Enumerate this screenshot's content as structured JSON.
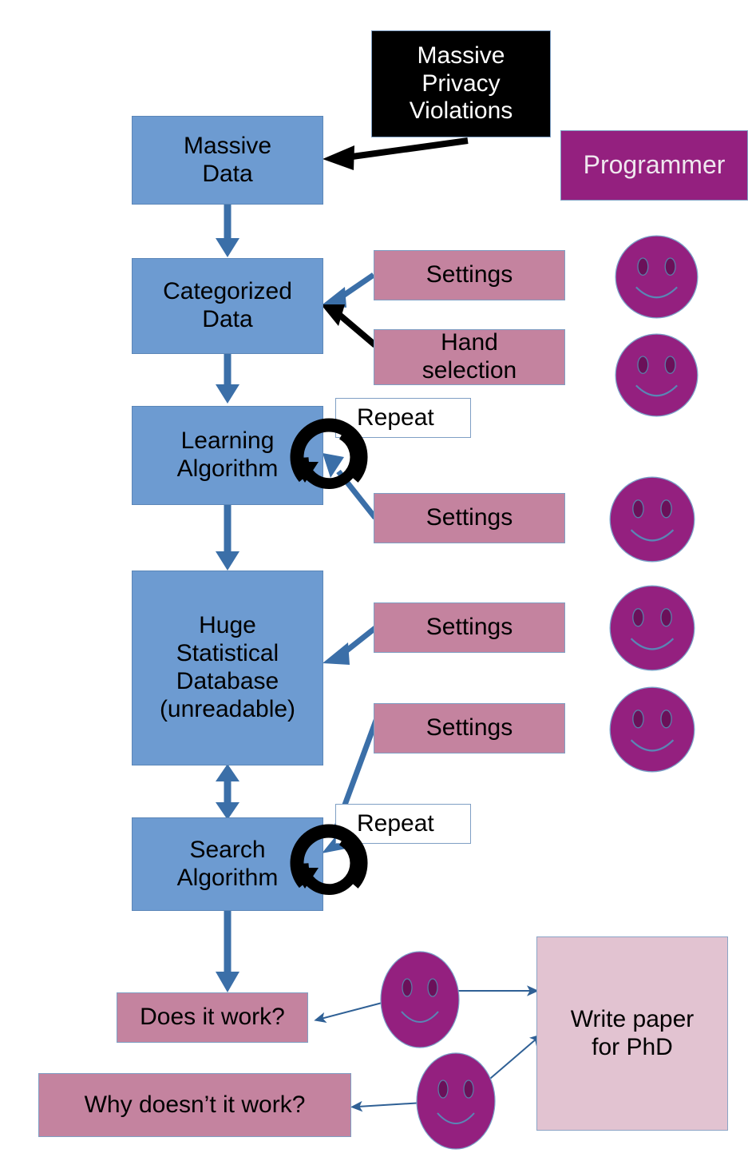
{
  "diagram": {
    "title": "Machine learning research workflow flowchart",
    "colors": {
      "process_blue": "#6d9bd1",
      "settings_pink": "#c4839f",
      "paper_pink": "#e2c3d1",
      "programmer_magenta": "#94207f",
      "warning_black": "#000000",
      "arrow_blue": "#3b6fa8",
      "arrow_black": "#000000"
    },
    "nodes": {
      "massive_privacy_violations": "Massive\nPrivacy\nViolations",
      "programmer": "Programmer",
      "massive_data": "Massive\nData",
      "categorized_data": "Categorized\nData",
      "settings_1": "Settings",
      "hand_selection": "Hand\nselection",
      "learning_algorithm": "Learning\nAlgorithm",
      "repeat_1": "Repeat",
      "settings_2": "Settings",
      "huge_statistical_database": "Huge\nStatistical\nDatabase\n(unreadable)",
      "settings_3": "Settings",
      "settings_4": "Settings",
      "search_algorithm": "Search\nAlgorithm",
      "repeat_2": "Repeat",
      "does_it_work": "Does it work?",
      "write_paper_for_phd": "Write paper\nfor PhD",
      "why_doesnt_it_work": "Why doesn’t it work?"
    },
    "icons": {
      "smiley_1": "smiley-face-icon",
      "smiley_2": "smiley-face-icon",
      "smiley_3": "smiley-face-icon",
      "smiley_4": "smiley-face-icon",
      "smiley_5": "smiley-face-icon",
      "smiley_6": "smiley-face-icon",
      "repeat_loop_1": "circular-repeat-arrow-icon",
      "repeat_loop_2": "circular-repeat-arrow-icon"
    },
    "edges": [
      {
        "from": "massive_privacy_violations",
        "to": "massive_data",
        "style": "black-solid"
      },
      {
        "from": "massive_data",
        "to": "categorized_data",
        "style": "blue-solid"
      },
      {
        "from": "settings_1",
        "to": "categorized_data",
        "style": "blue-solid"
      },
      {
        "from": "hand_selection",
        "to": "categorized_data",
        "style": "black-solid"
      },
      {
        "from": "categorized_data",
        "to": "learning_algorithm",
        "style": "blue-solid"
      },
      {
        "from": "settings_2",
        "to": "learning_algorithm",
        "style": "blue-solid"
      },
      {
        "from": "learning_algorithm",
        "to": "huge_statistical_database",
        "style": "blue-solid"
      },
      {
        "from": "settings_3",
        "to": "huge_statistical_database",
        "style": "blue-solid"
      },
      {
        "from": "huge_statistical_database",
        "to": "search_algorithm",
        "style": "blue-double"
      },
      {
        "from": "settings_4",
        "to": "search_algorithm",
        "style": "blue-solid"
      },
      {
        "from": "search_algorithm",
        "to": "does_it_work",
        "style": "blue-solid"
      },
      {
        "from": "smiley_5",
        "to": "does_it_work",
        "style": "thin-blue"
      },
      {
        "from": "smiley_5",
        "to": "write_paper_for_phd",
        "style": "thin-blue"
      },
      {
        "from": "smiley_6",
        "to": "why_doesnt_it_work",
        "style": "thin-blue"
      },
      {
        "from": "smiley_6",
        "to": "write_paper_for_phd",
        "style": "thin-blue"
      }
    ]
  }
}
